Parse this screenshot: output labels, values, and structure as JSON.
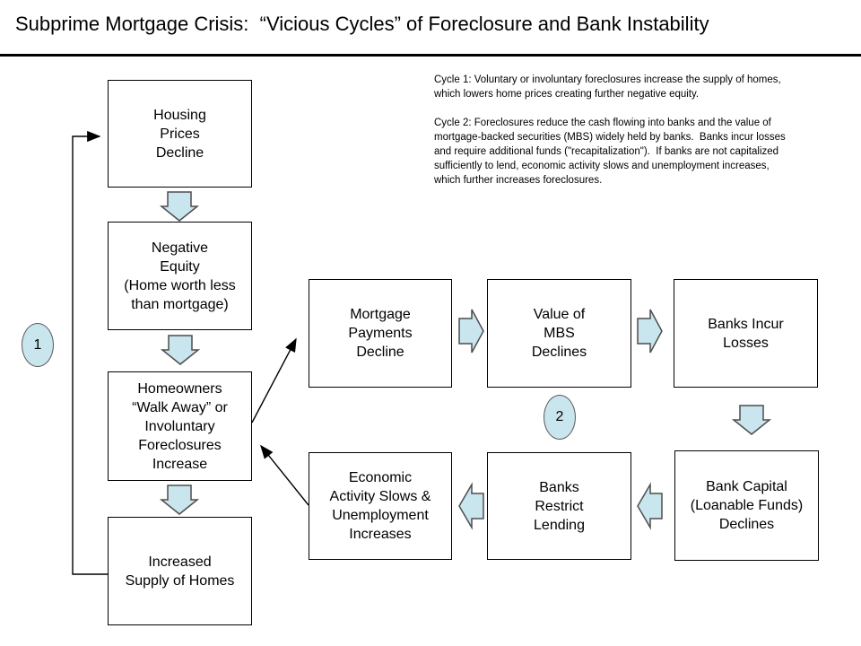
{
  "title": "Subprime Mortgage Crisis:  “Vicious Cycles” of Foreclosure and Bank Instability",
  "description": {
    "cycle1": "Cycle 1: Voluntary or involuntary foreclosures increase the supply of homes,\nwhich lowers home prices creating further negative equity.",
    "cycle2": "Cycle 2: Foreclosures reduce the cash flowing into banks and the value of\nmortgage-backed securities (MBS) widely held by banks.  Banks incur losses\nand require additional funds (\"recapitalization\").  If banks are not capitalized\nsufficiently to lend, economic activity slows and unemployment increases,\nwhich further increases foreclosures."
  },
  "badges": {
    "cycle1": "1",
    "cycle2": "2"
  },
  "boxes": {
    "housing": "Housing\nPrices\nDecline",
    "negative_equity": "Negative\nEquity\n(Home worth less\nthan mortgage)",
    "homeowners": "Homeowners\n“Walk Away” or\nInvoluntary\nForeclosures\nIncrease",
    "supply": "Increased\nSupply of Homes",
    "mortgage_payments": "Mortgage\nPayments\nDecline",
    "mbs": "Value of\nMBS\nDeclines",
    "bank_losses": "Banks Incur\nLosses",
    "bank_capital": "Bank Capital\n(Loanable Funds)\nDeclines",
    "bank_lending": "Banks\nRestrict\nLending",
    "economic": "Economic\nActivity Slows &\nUnemployment\nIncreases"
  },
  "colors": {
    "shape_fill": "#c9e5ee",
    "shape_border": "#4d4d4d",
    "line_color": "#000000"
  }
}
